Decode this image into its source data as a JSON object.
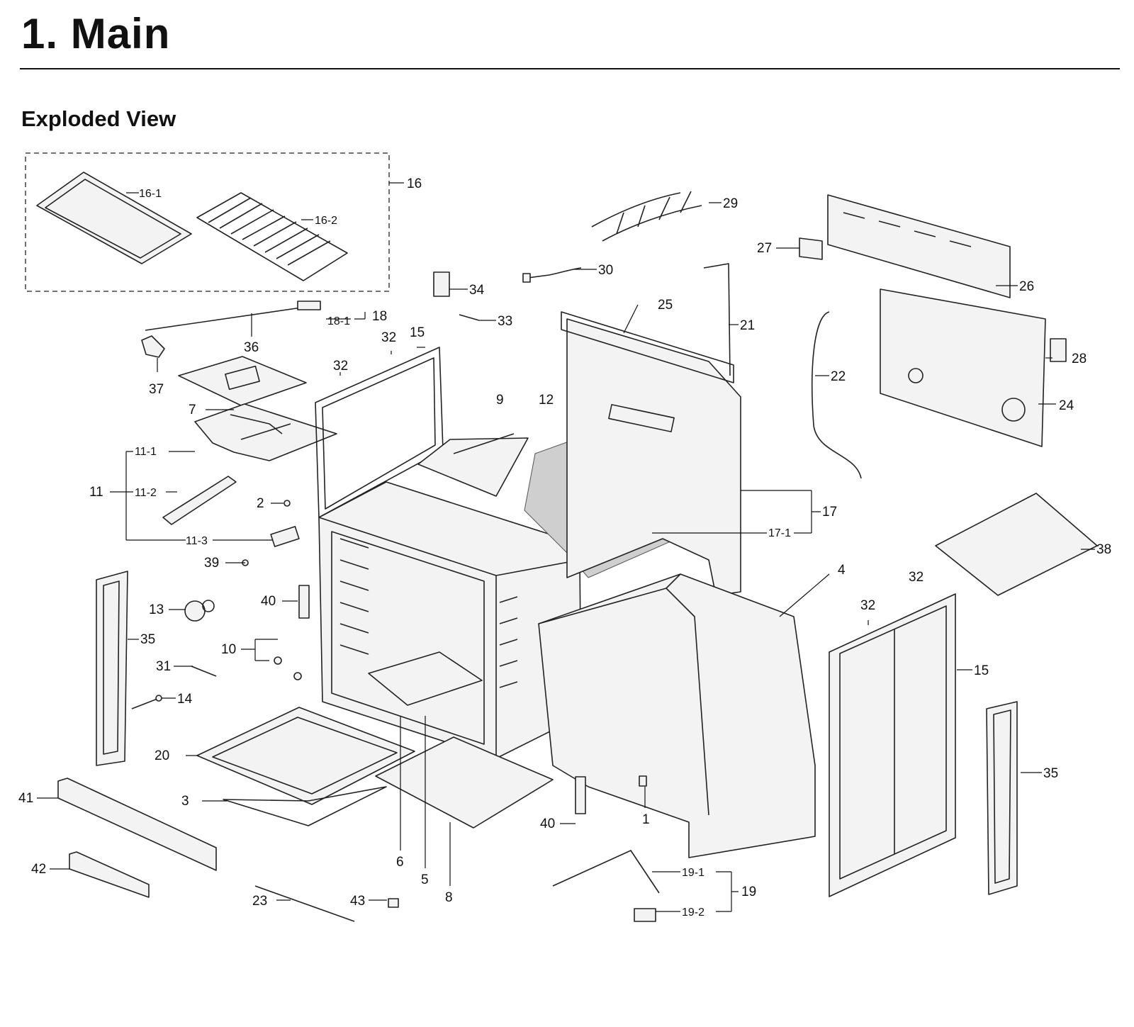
{
  "page": {
    "title": "1.  Main",
    "section": "Exploded View"
  },
  "callouts": {
    "c1": "1",
    "c2": "2",
    "c3": "3",
    "c4": "4",
    "c5": "5",
    "c6": "6",
    "c7": "7",
    "c8": "8",
    "c9": "9",
    "c10": "10",
    "c11": "11",
    "c11_1": "11-1",
    "c11_2": "11-2",
    "c11_3": "11-3",
    "c12": "12",
    "c13": "13",
    "c14": "14",
    "c15a": "15",
    "c15b": "15",
    "c16": "16",
    "c16_1": "16-1",
    "c16_2": "16-2",
    "c17": "17",
    "c17_1": "17-1",
    "c18": "18",
    "c18_1": "18-1",
    "c19": "19",
    "c19_1": "19-1",
    "c19_2": "19-2",
    "c20": "20",
    "c21": "21",
    "c22": "22",
    "c23": "23",
    "c24": "24",
    "c25": "25",
    "c26": "26",
    "c27": "27",
    "c28": "28",
    "c29": "29",
    "c30": "30",
    "c31": "31",
    "c32a": "32",
    "c32b": "32",
    "c32c": "32",
    "c32d": "32",
    "c33": "33",
    "c34": "34",
    "c35a": "35",
    "c35b": "35",
    "c36": "36",
    "c37": "37",
    "c38": "38",
    "c39": "39",
    "c40a": "40",
    "c40b": "40",
    "c41": "41",
    "c42": "42",
    "c43": "43"
  }
}
